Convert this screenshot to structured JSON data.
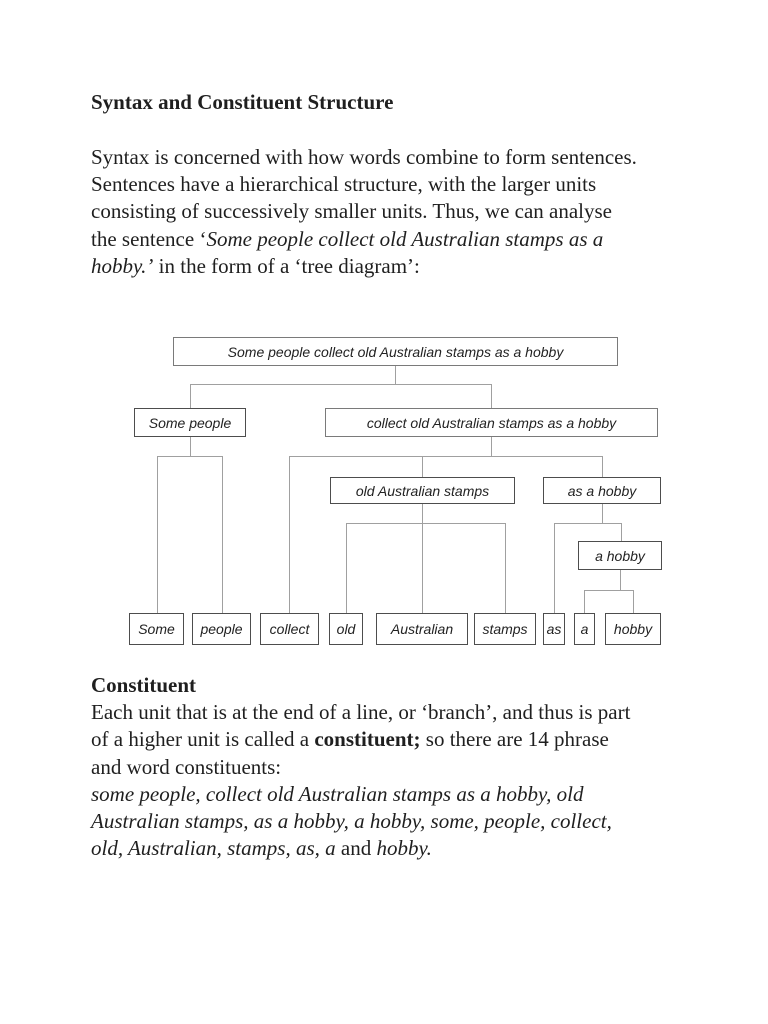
{
  "document": {
    "title": "Syntax and Constituent Structure",
    "intro": {
      "line1": "Syntax is concerned with how words combine to form sentences.",
      "line2": "Sentences have a hierarchical structure, with the larger units",
      "line3": "consisting of successively smaller units. Thus, we can analyse",
      "line4_roman": "the sentence ‘",
      "line4_italic": "Some people collect old Australian stamps as a",
      "line5_italic": "hobby.’",
      "line5_roman": " in the form of a ‘tree diagram’:"
    },
    "constituent": {
      "heading": "Constituent",
      "line1": "Each unit that is at the end of a line, or ‘branch’, and thus is part",
      "line2_roman1": "of a higher unit is called a ",
      "line2_bold": "constituent;",
      "line2_roman2": " so there are 14 phrase",
      "line3": "and word constituents:",
      "line4_italic": "some people, collect old Australian stamps as a hobby, old",
      "line5_italic": "Australian stamps, as a hobby, a hobby, some, people, collect,",
      "line6_italic1": "old, Australian, stamps, as, a",
      "line6_roman": " and ",
      "line6_italic2": "hobby."
    }
  },
  "tree": {
    "sentence": "Some people collect old Australian stamps as a hobby",
    "phrase_some_people": "Some people",
    "phrase_verb": "collect old Australian stamps as a hobby",
    "phrase_np": "old Australian stamps",
    "phrase_pp": "as a hobby",
    "phrase_a_hobby": "a hobby",
    "words": [
      "Some",
      "people",
      "collect",
      "old",
      "Australian",
      "stamps",
      "as",
      "a",
      "hobby"
    ]
  }
}
